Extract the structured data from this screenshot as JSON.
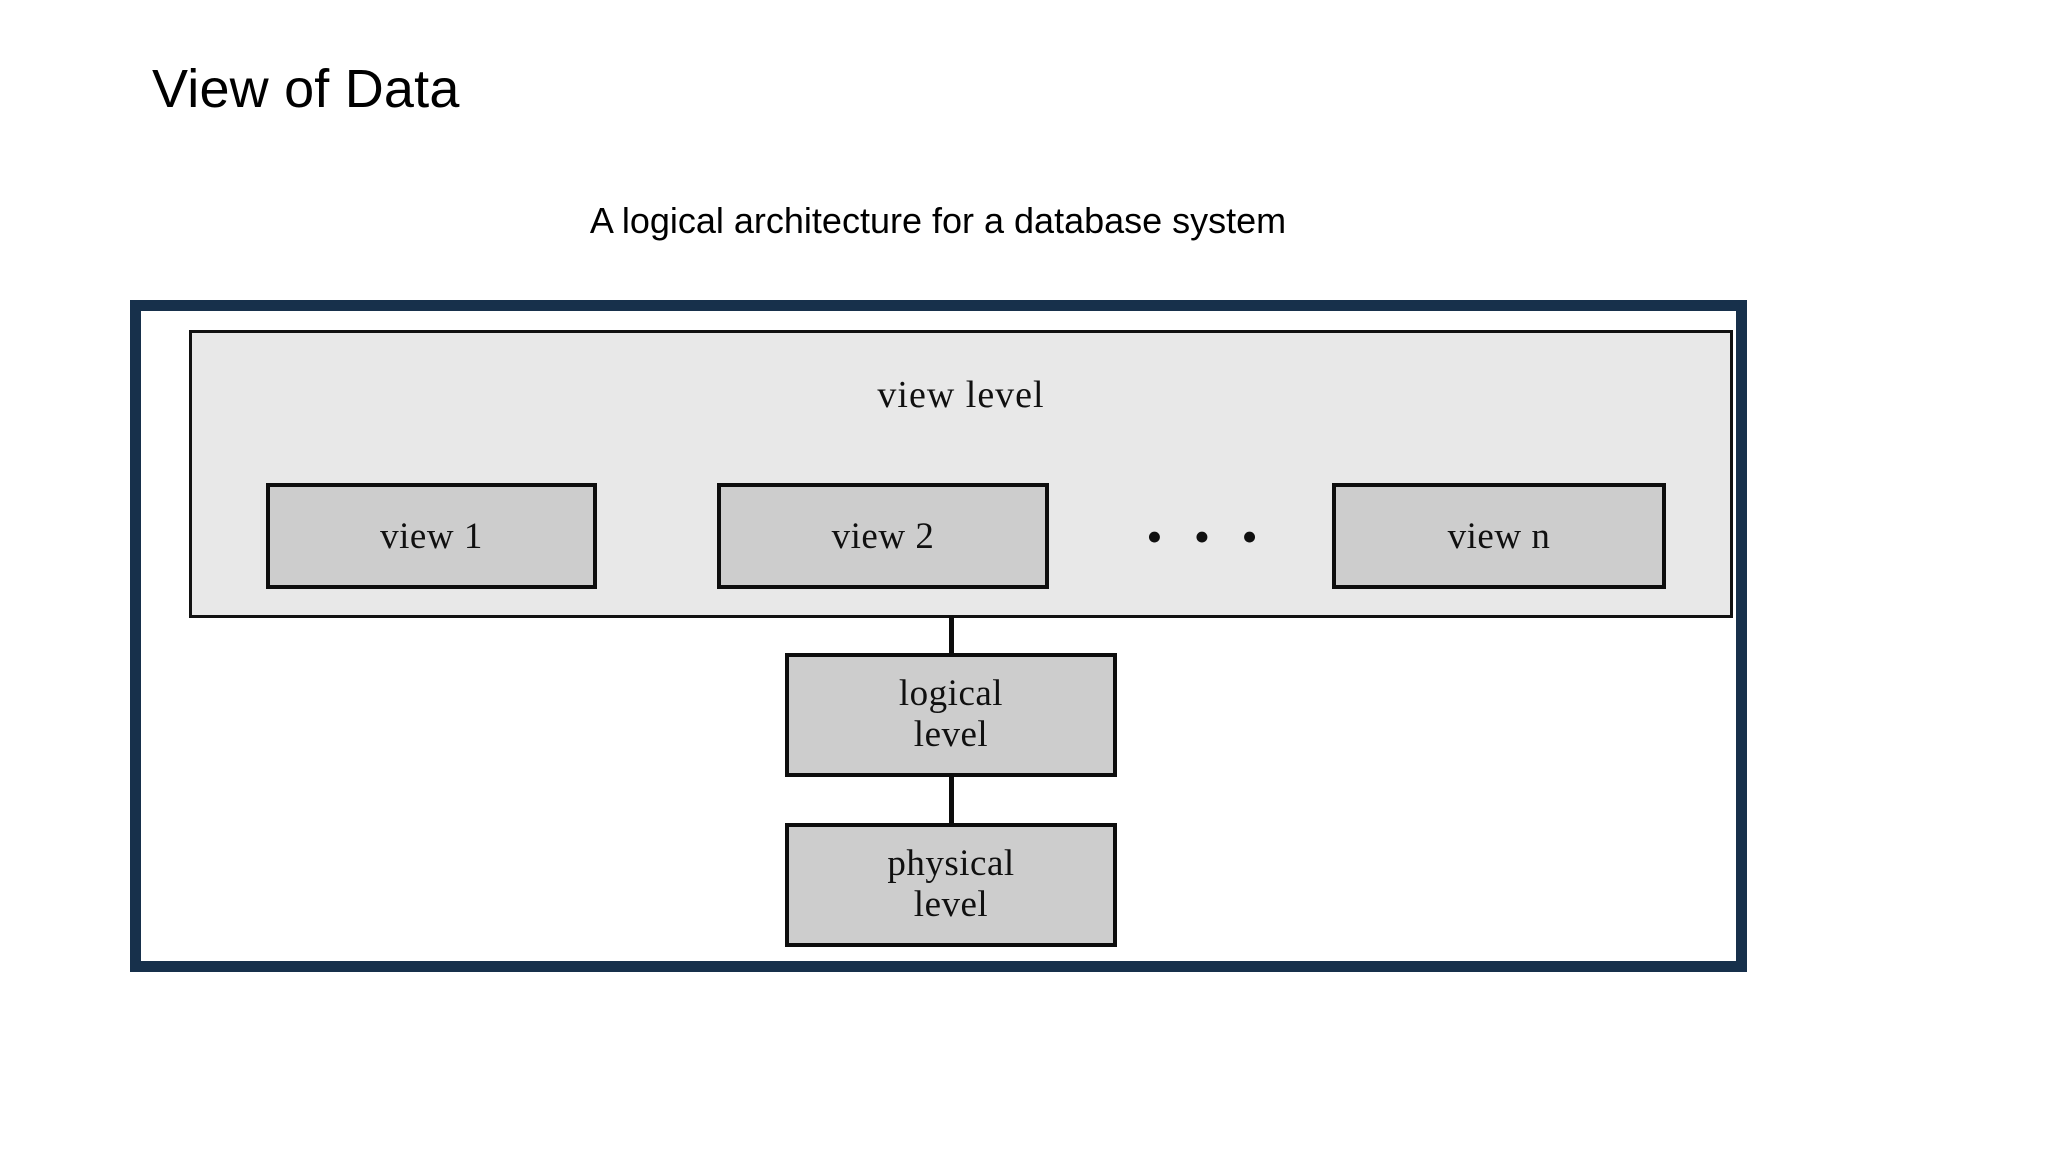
{
  "slide": {
    "title": "View of Data",
    "caption": "A logical architecture for a database system"
  },
  "diagram": {
    "type": "three-level-database-architecture",
    "frame_color": "#17304b",
    "panel_color": "#e8e8e8",
    "box_color": "#cdcdcd",
    "border_color": "#0d0d0d",
    "view_level": {
      "label": "view level",
      "views": [
        {
          "label": "view 1"
        },
        {
          "label": "view 2"
        },
        {
          "label": "view n"
        }
      ],
      "ellipsis": "• • •"
    },
    "logical_level": {
      "line1": "logical",
      "line2": "level"
    },
    "physical_level": {
      "line1": "physical",
      "line2": "level"
    }
  }
}
